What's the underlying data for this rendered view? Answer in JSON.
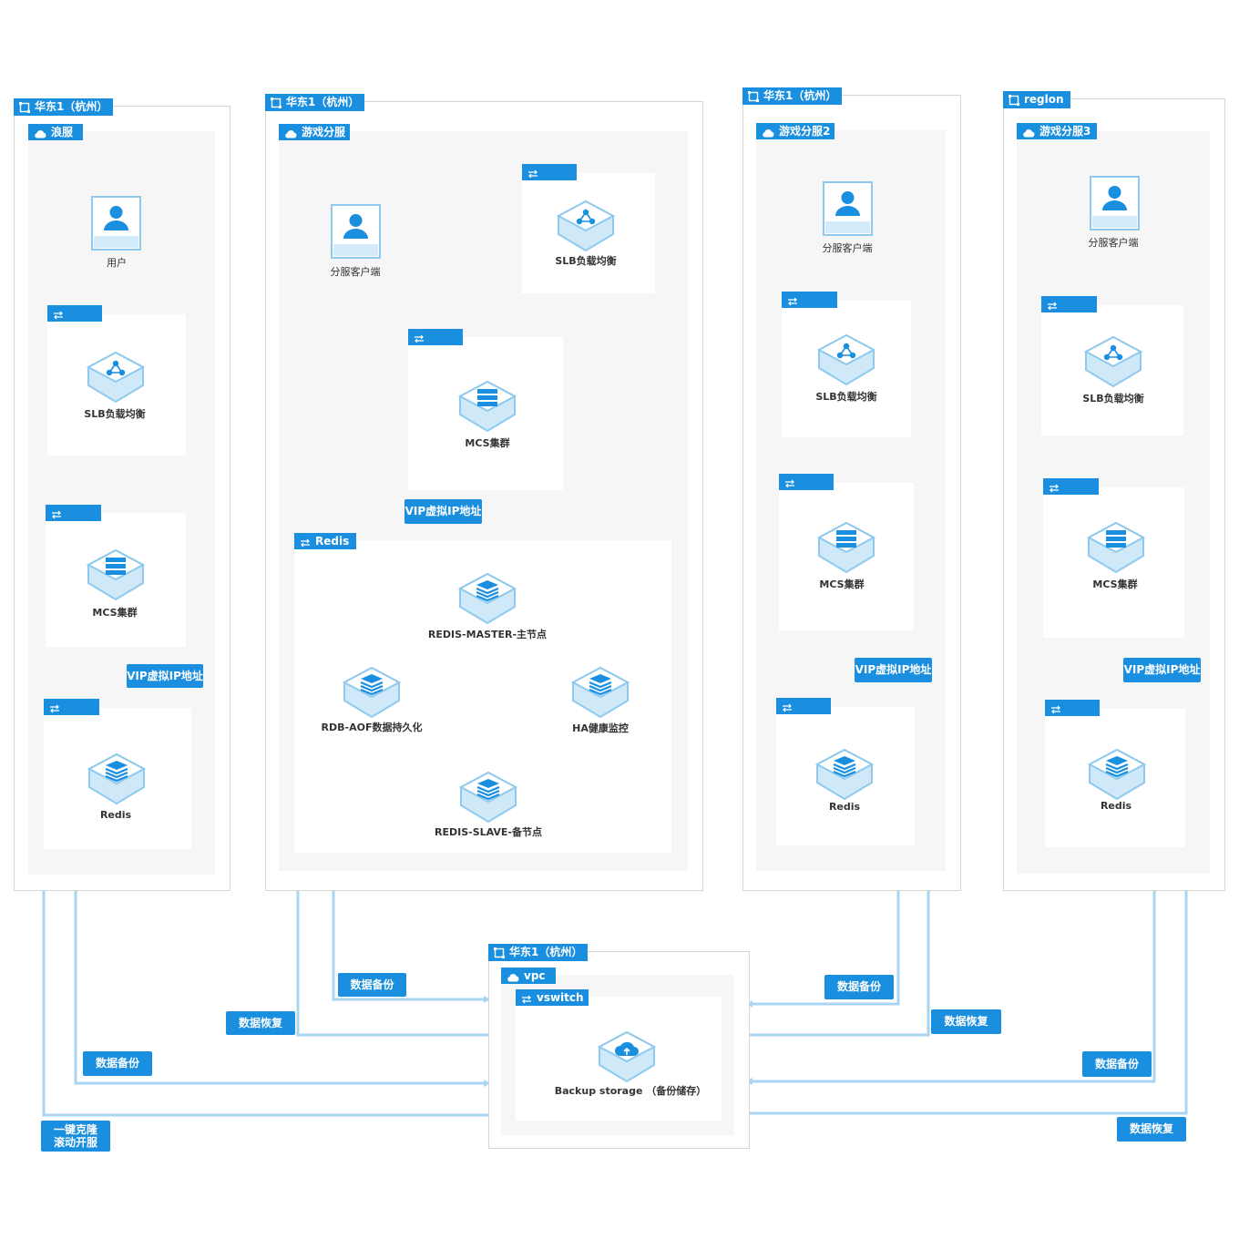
{
  "colors": {
    "accent": "#1a8fe0",
    "wire": "#a9d5f2",
    "zone": "#f6f6f6",
    "border": "#d6d6d6"
  },
  "regions": {
    "r1": "华东1（杭州）",
    "r2": "华东1（杭州）",
    "r3": "华东1（杭州）",
    "r4": "reglon",
    "r5": "华东1（杭州）"
  },
  "zones": {
    "z1": "浪服",
    "z2": "游戏分服",
    "z3": "游戏分服2",
    "z4": "游戏分服3",
    "vpc": "vpc",
    "vswitch": "vswitch",
    "redis_group": "Redis"
  },
  "nodes": {
    "user": "用户",
    "client": "分服客户端",
    "slb": "SLB负载均衡",
    "mcs": "MCS集群",
    "redis": "Redis",
    "redis_master": "REDIS-MASTER-主节点",
    "redis_slave": "REDIS-SLAVE-备节点",
    "rdb_aof": "RDB-AOF数据持久化",
    "ha_monitor": "HA健康监控",
    "backup": "Backup storage （备份储存）"
  },
  "tags": {
    "vip": "VIP虚拟IP地址",
    "backup_data": "数据备份",
    "restore_data": "数据恢复",
    "clone_line1": "一键克隆",
    "clone_line2": "滚动开服"
  },
  "icons": [
    "region-icon",
    "cloud-icon",
    "vswitch-icon",
    "user-icon",
    "slb-icon",
    "mcs-icon",
    "redis-icon",
    "backup-cloud-icon"
  ]
}
